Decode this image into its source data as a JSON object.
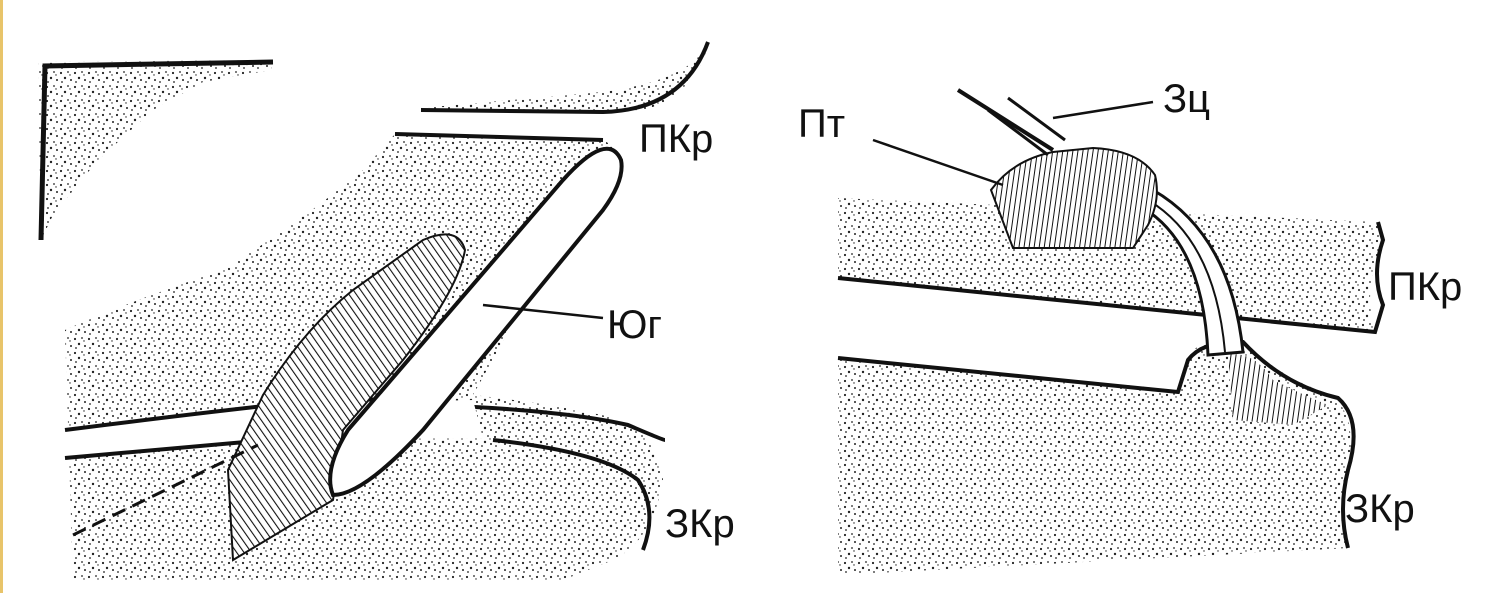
{
  "labels": {
    "left_pkr": "ПКр",
    "left_yug": "Юг",
    "left_zkr": "ЗКр",
    "right_zc": "Зц",
    "right_pt": "Пт",
    "right_pkr": "ПКр",
    "right_zkr": "ЗКр"
  },
  "colors": {
    "ink": "#111111",
    "background": "#ffffff",
    "frame_accent": "#e8c46a"
  }
}
